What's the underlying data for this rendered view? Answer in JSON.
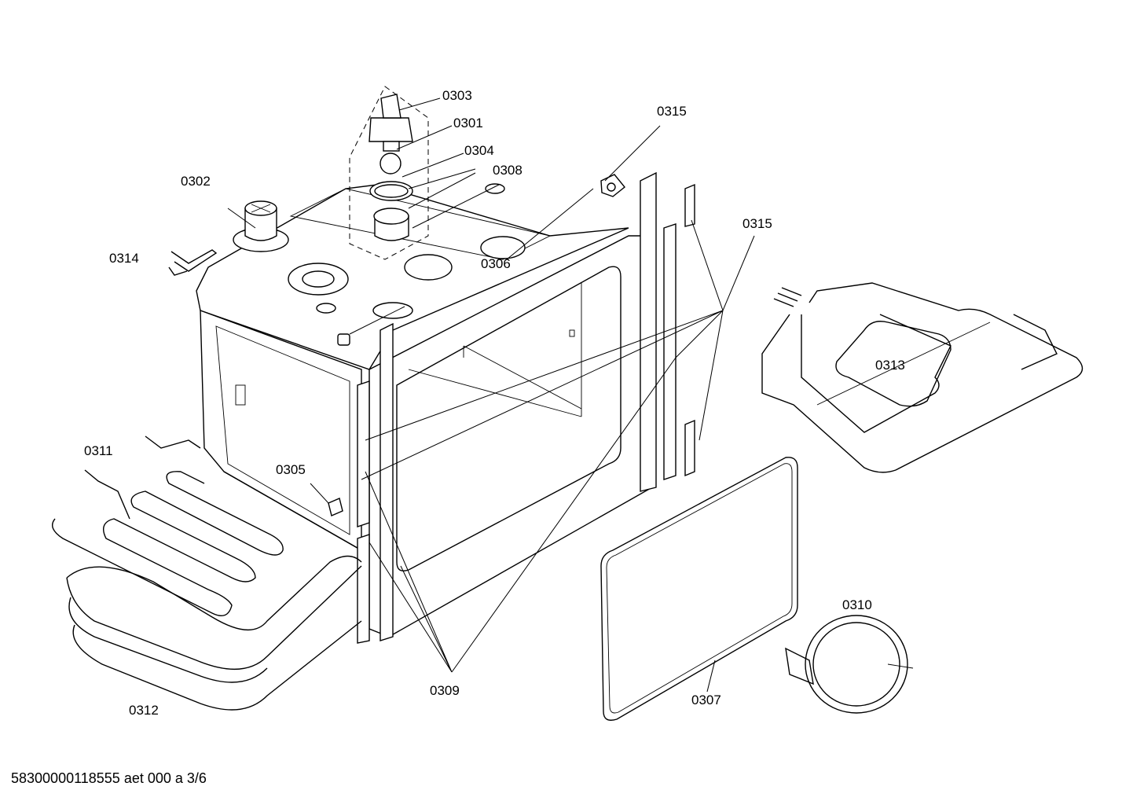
{
  "diagram": {
    "part_labels": {
      "p0301": "0301",
      "p0302": "0302",
      "p0303": "0303",
      "p0304": "0304",
      "p0305": "0305",
      "p0306": "0306",
      "p0307": "0307",
      "p0308": "0308",
      "p0309": "0309",
      "p0310": "0310",
      "p0311": "0311",
      "p0312": "0312",
      "p0313": "0313",
      "p0314": "0314",
      "p0315a": "0315",
      "p0315b": "0315"
    },
    "footer": "58300000118555 aet 000 a 3/6"
  }
}
